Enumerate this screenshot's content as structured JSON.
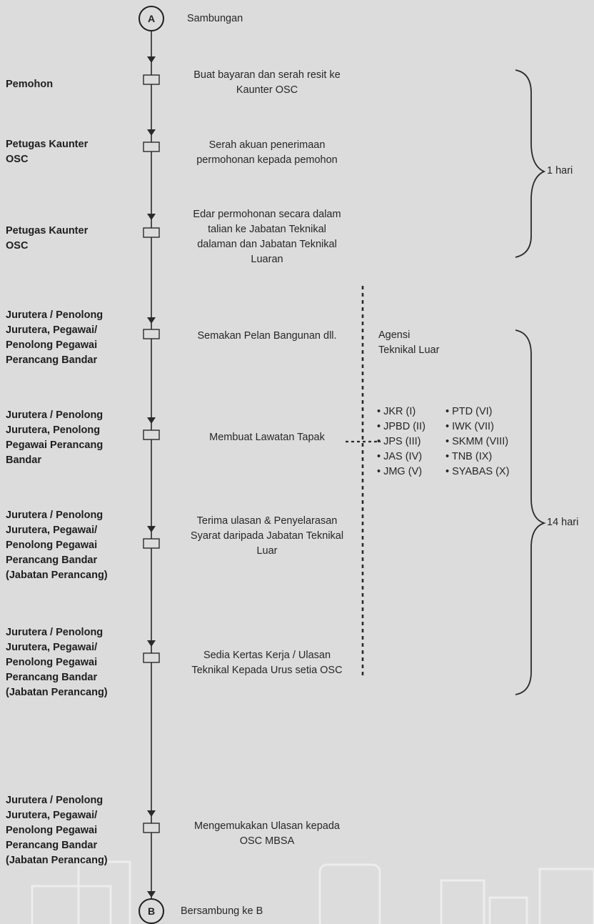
{
  "connector_start": {
    "letter": "A",
    "label": "Sambungan"
  },
  "connector_end": {
    "letter": "B",
    "label": "Bersambung ke B"
  },
  "actors": [
    "Pemohon",
    "Petugas Kaunter\nOSC",
    "Petugas Kaunter\nOSC",
    "Jurutera / Penolong\nJurutera, Pegawai/\nPenolong Pegawai\nPerancang Bandar",
    "Jurutera / Penolong\nJurutera, Penolong\nPegawai Perancang\nBandar",
    "Jurutera / Penolong\nJurutera, Pegawai/\nPenolong Pegawai\nPerancang Bandar\n(Jabatan Perancang)",
    "Jurutera / Penolong\nJurutera, Pegawai/\nPenolong Pegawai\nPerancang Bandar\n(Jabatan Perancang)",
    "Jurutera / Penolong\nJurutera, Pegawai/\nPenolong Pegawai\nPerancang Bandar\n(Jabatan Perancang)"
  ],
  "steps": [
    "Buat bayaran dan serah resit ke\nKaunter OSC",
    "Serah akuan penerimaan\npermohonan kepada pemohon",
    "Edar permohonan secara dalam\ntalian ke Jabatan Teknikal\ndalaman dan Jabatan Teknikal\nLuaran",
    "Semakan Pelan Bangunan dll.",
    "Membuat Lawatan Tapak",
    "Terima ulasan & Penyelarasan\nSyarat daripada Jabatan Teknikal\nLuar",
    "Sedia Kertas Kerja /  Ulasan\nTeknikal Kepada Urus setia OSC",
    "Mengemukakan Ulasan kepada\nOSC MBSA"
  ],
  "agency": {
    "title": "Agensi\nTeknikal Luar",
    "col1": [
      "• JKR (I)",
      "• JPBD (II)",
      "• JPS (III)",
      "• JAS (IV)",
      "• JMG (V)"
    ],
    "col2": [
      "• PTD (VI)",
      "• IWK (VII)",
      "• SKMM (VIII)",
      "• TNB (IX)",
      "• SYABAS (X)"
    ]
  },
  "durations": [
    "1 hari",
    "14 hari"
  ],
  "colors": {
    "background": "#dcdcdc",
    "line": "#2a2a2a",
    "text": "#262626",
    "watermark": "#eeeeee"
  }
}
